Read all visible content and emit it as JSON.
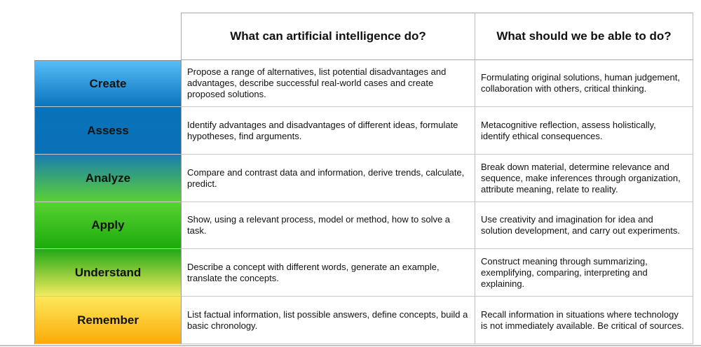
{
  "table": {
    "headers": [
      "",
      "What can artificial intelligence do?",
      "What should we be able to do?"
    ],
    "rows": [
      {
        "level": "Create",
        "ai": "Propose a range of alternatives, list potential disadvantages and advantages, describe successful real-world cases and create proposed solutions.",
        "human": "Formulating original solutions, human judgement, collaboration with others, critical thinking.",
        "gradient": [
          "#56bdf7",
          "#0a74bd"
        ]
      },
      {
        "level": "Assess",
        "ai": "Identify advantages and disadvantages of different ideas, formulate hypotheses, find arguments.",
        "human": "Metacognitive reflection, assess holistically, identify ethical consequences.",
        "gradient": [
          "#0873b8",
          "#0a70b8"
        ]
      },
      {
        "level": "Analyze",
        "ai": "Compare and contrast data and information, derive trends, calculate, predict.",
        "human": "Break down material, determine relevance and sequence, make inferences through organization, attribute meaning, relate to reality.",
        "gradient": [
          "#1a7db0",
          "#5ad034"
        ]
      },
      {
        "level": "Apply",
        "ai": "Show, using a relevant process, model or method, how to solve a task.",
        "human": "Use creativity and imagination for idea and solution development, and carry out experiments.",
        "gradient": [
          "#58d332",
          "#1caa0c"
        ]
      },
      {
        "level": "Understand",
        "ai": "Describe a concept with different words, generate an example, translate the concepts.",
        "human": "Construct meaning through summarizing, exemplifying, comparing, interpreting and explaining.",
        "gradient": [
          "#22a817",
          "#f2ec5c"
        ]
      },
      {
        "level": "Remember",
        "ai": "List factual information, list possible answers, define concepts, build a basic chronology.",
        "human": "Recall information in situations where technology is not immediately available. Be critical of sources.",
        "gradient": [
          "#fde85a",
          "#fbab08"
        ]
      }
    ]
  }
}
